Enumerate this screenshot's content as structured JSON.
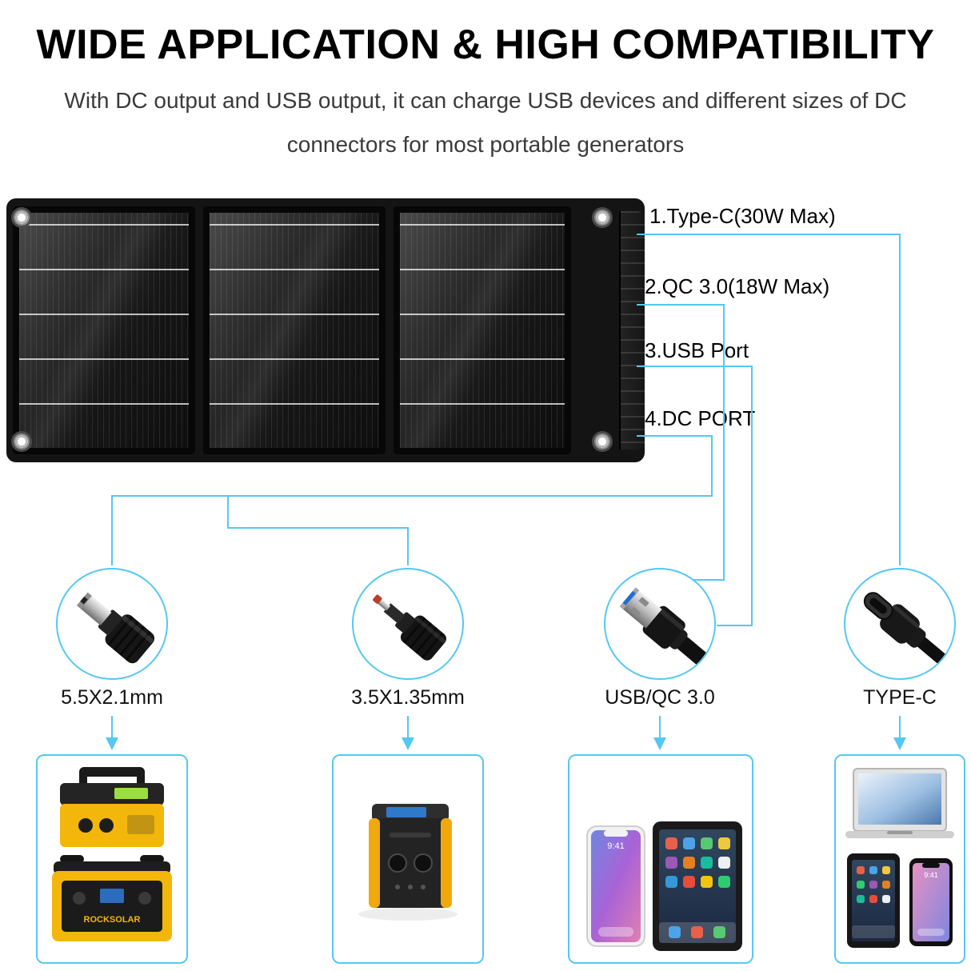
{
  "colors": {
    "accent": "#55c8f1",
    "title_text": "#000000",
    "subtitle_text": "#3a3a3a",
    "panel_dark": "#141414",
    "device_yellow": "#f3b70b"
  },
  "header": {
    "title": "WIDE APPLICATION & HIGH COMPATIBILITY",
    "subtitle_line1": "With DC output and USB output, it can charge USB devices and different sizes of DC",
    "subtitle_line2": "connectors for most portable generators"
  },
  "ports": [
    {
      "label": "1.Type-C(30W Max)"
    },
    {
      "label": "2.QC 3.0(18W Max)"
    },
    {
      "label": "3.USB Port"
    },
    {
      "label": "4.DC PORT"
    }
  ],
  "connectors": [
    {
      "label": "5.5X2.1mm"
    },
    {
      "label": "3.5X1.35mm"
    },
    {
      "label": "USB/QC 3.0"
    },
    {
      "label": "TYPE-C"
    }
  ],
  "devices": {
    "power_station_brand": "ROCKSOLAR",
    "phone_time": "9:41"
  }
}
